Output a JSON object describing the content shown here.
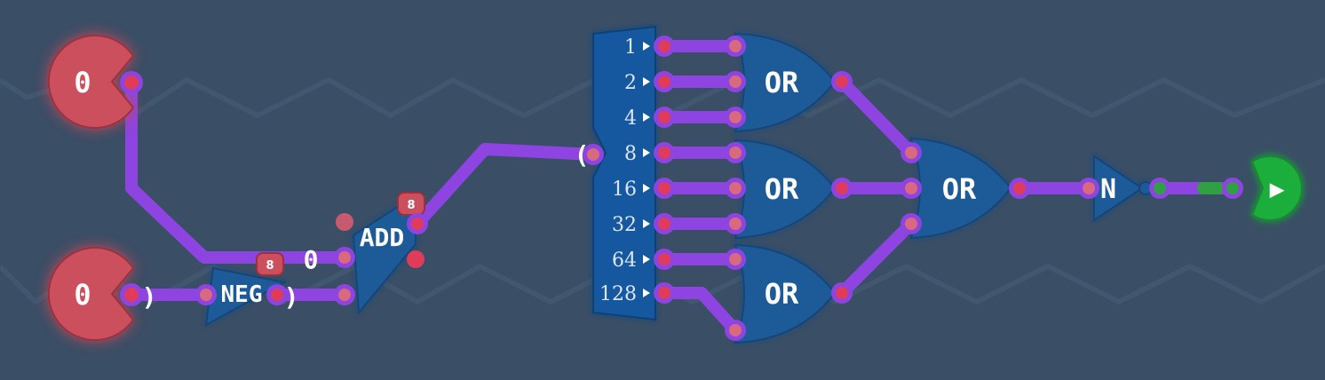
{
  "inputs": [
    {
      "id": "in_top",
      "value": "0"
    },
    {
      "id": "in_bottom",
      "value": "0"
    }
  ],
  "gates": {
    "neg": {
      "label": "NEG",
      "badge": "8"
    },
    "add": {
      "label": "ADD",
      "badge": "8"
    },
    "or_top": {
      "label": "OR"
    },
    "or_mid": {
      "label": "OR"
    },
    "or_bot": {
      "label": "OR"
    },
    "or_final": {
      "label": "OR"
    },
    "not": {
      "label": "N"
    }
  },
  "splitter": {
    "bits": [
      "1",
      "2",
      "4",
      "8",
      "16",
      "32",
      "64",
      "128"
    ]
  },
  "wire_values": {
    "neg_in": ")",
    "neg_out": ")",
    "add_in_top": "0",
    "splitter_in": "("
  },
  "output": {
    "glyph": "▶"
  },
  "colors": {
    "background": "#3a4e66",
    "wire": "#8e44e0",
    "gate": "#1e5a98",
    "input_off": "#cc4f5d",
    "output_on": "#1fae3c",
    "pin": "#e03c5a"
  }
}
